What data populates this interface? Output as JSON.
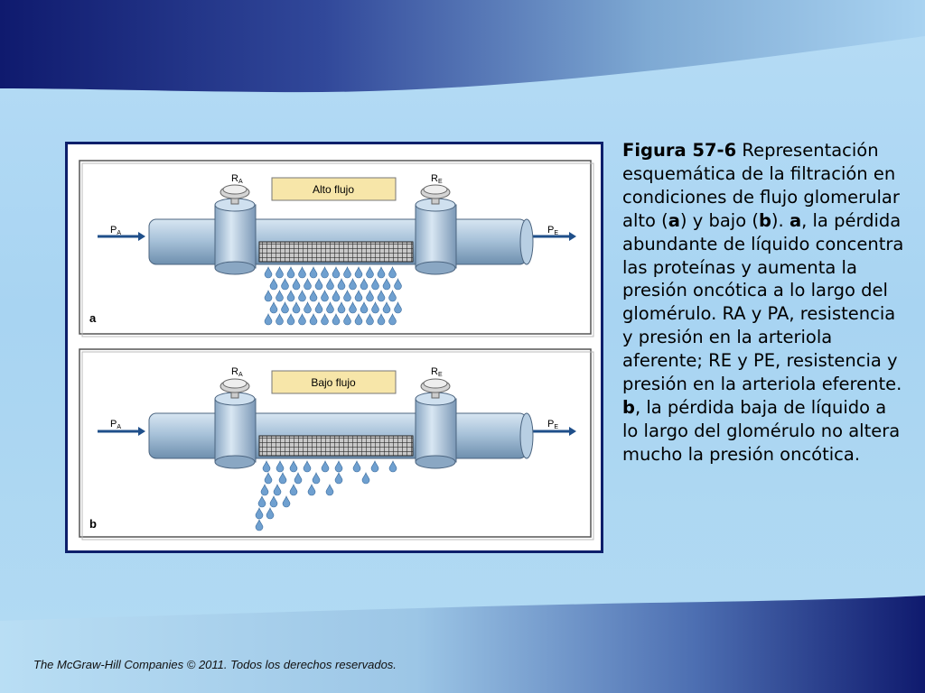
{
  "figure": {
    "panel_a": {
      "label": "a",
      "box_text": "Alto flujo",
      "ra": "R",
      "ra_sub": "A",
      "re": "R",
      "re_sub": "E",
      "pa": "P",
      "pa_sub": "A",
      "pe": "P",
      "pe_sub": "E"
    },
    "panel_b": {
      "label": "b",
      "box_text": "Bajo flujo",
      "ra": "R",
      "ra_sub": "A",
      "re": "R",
      "re_sub": "E",
      "pa": "P",
      "pa_sub": "A",
      "pe": "P",
      "pe_sub": "E"
    }
  },
  "caption": {
    "title": "Figura 57-6",
    "t1": " Representación esquemática de la filtración en condiciones de flujo glomerular alto (",
    "a1": "a",
    "t2": ") y bajo (",
    "b1": "b",
    "t3": "). ",
    "a2": "a",
    "t4": ", la pérdida abundante de líquido concentra las proteínas y aumenta la presión oncótica a lo largo del glomérulo. RA y PA, resistencia y presión en la arteriola aferente; RE y PE, resistencia y presión en la arteriola eferente. ",
    "b2": "b",
    "t5": ", la pérdida baja de líquido a lo largo del glomérulo no altera mucho la presión oncótica."
  },
  "footer": {
    "text": "The McGraw-Hill Companies © 2011. Todos los derechos reservados."
  },
  "colors": {
    "navy": "#0d1f6b",
    "tube": "#9fb9d3",
    "drop": "#6fa0d0",
    "box_fill": "#f7e6a9"
  }
}
